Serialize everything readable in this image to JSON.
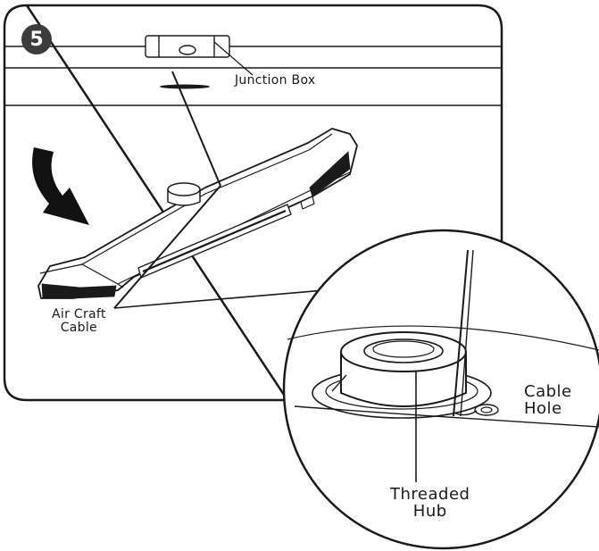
{
  "step": {
    "number": "5"
  },
  "labels": {
    "junction_box": "Junction Box",
    "aircraft_cable": "Air Craft\nCable",
    "cable_hole": "Cable\nHole",
    "threaded_hub": "Threaded\nHub"
  },
  "colors": {
    "ink": "#1a1a1a",
    "badge": "#3c3c3c",
    "arrow": "#111111"
  },
  "icons": {
    "rotation": "curved-arrow-icon"
  }
}
